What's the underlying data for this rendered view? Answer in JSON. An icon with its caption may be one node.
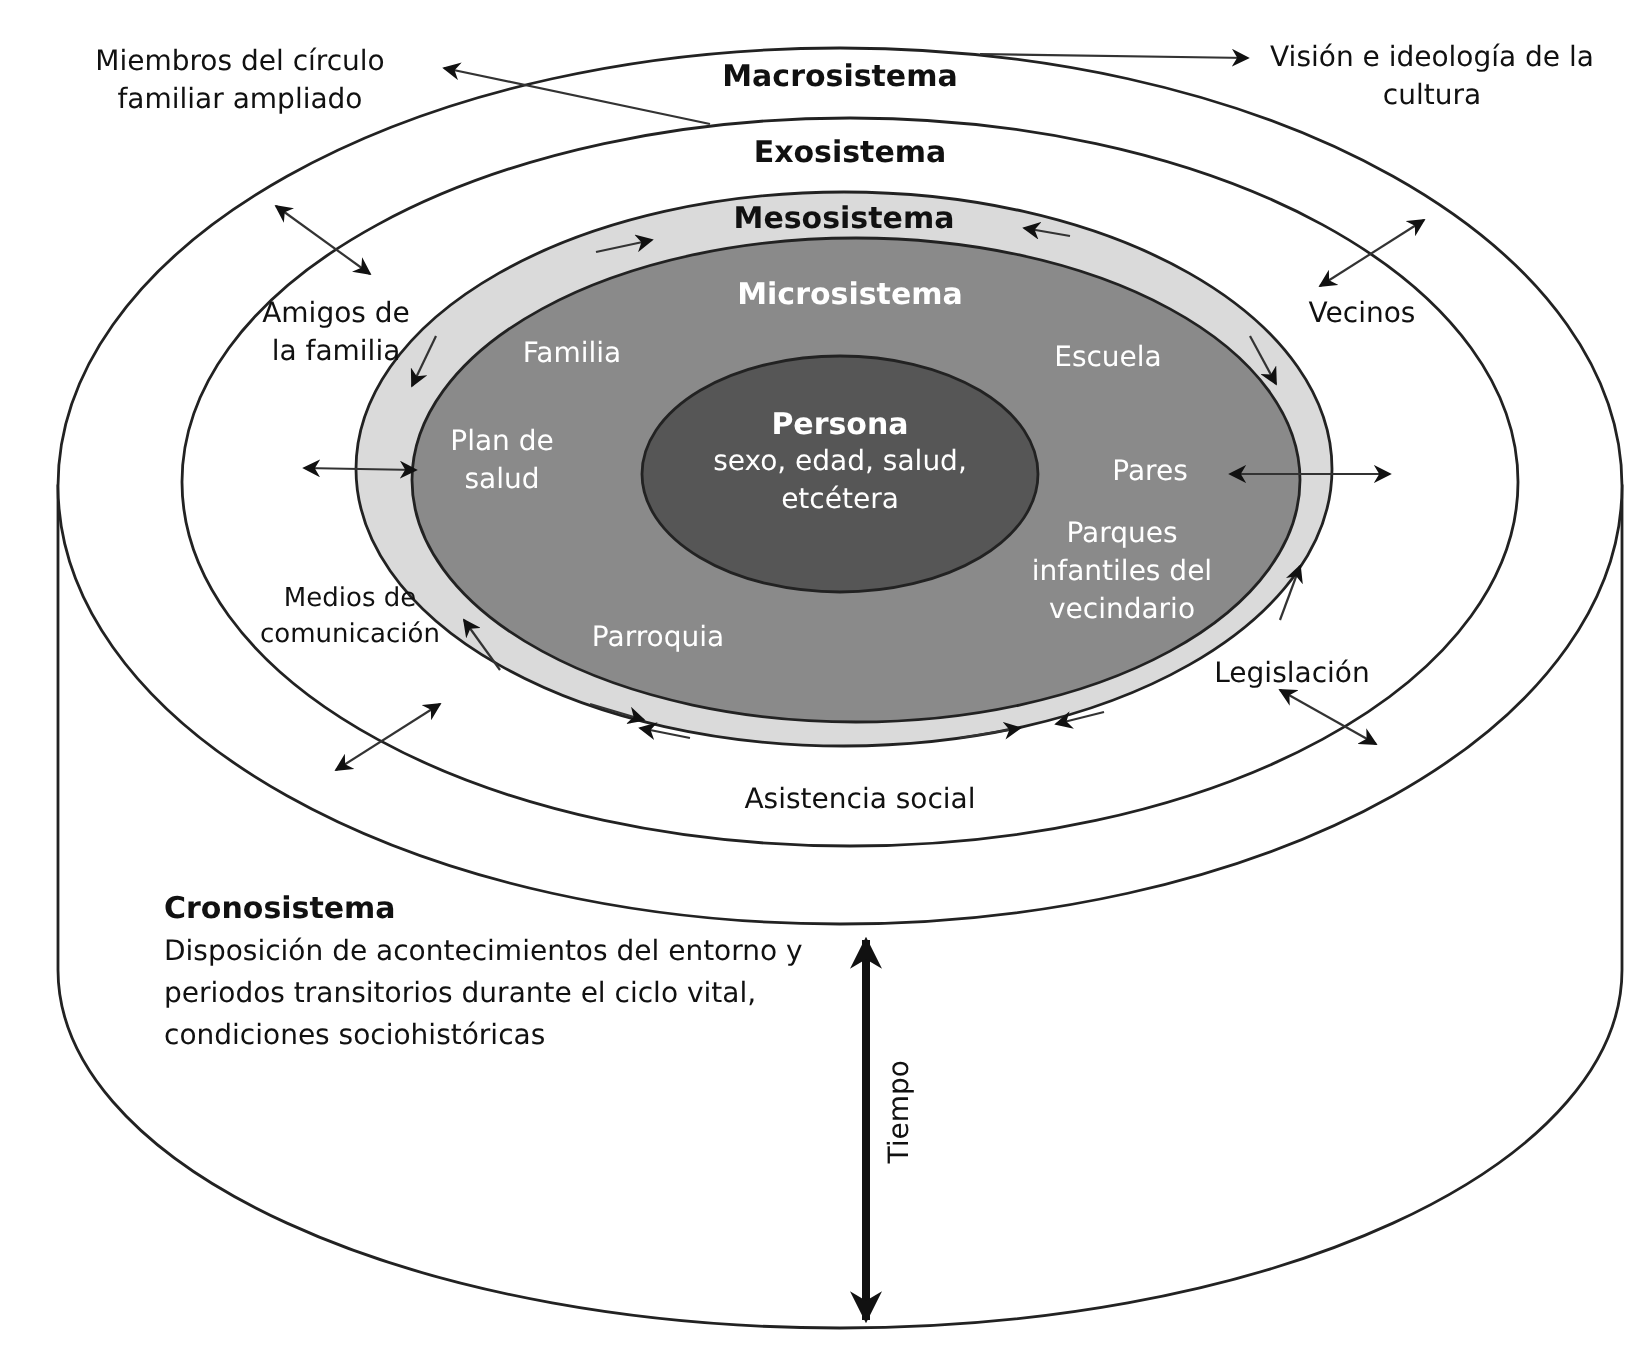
{
  "diagram": {
    "nodes": [
      {
        "text": [
          "Macrosistema"
        ]
      },
      {
        "text": [
          "Exosistema"
        ],
        "in": 0
      },
      {
        "text": [
          "Mesosistema"
        ],
        "in": 1
      },
      {
        "text": [
          "Microsistema"
        ],
        "in": 2
      },
      {
        "text": [
          "Persona",
          "sexo, edad, salud, etcétera"
        ],
        "in": 3
      },
      {
        "text": [
          "Miembros del círculo familiar ampliado"
        ]
      },
      {
        "text": [
          "Visión e ideología de la cultura"
        ]
      }
    ],
    "edges": [
      {
        "from": 1,
        "to": 5,
        "arrow": "to"
      },
      {
        "from": 0,
        "to": 6,
        "arrow": "to"
      },
      {
        "from": 0,
        "to": 1,
        "arrow": "both"
      },
      {
        "from": 0,
        "to": 1,
        "arrow": "both"
      },
      {
        "from": 1,
        "to": 3,
        "arrow": "both"
      },
      {
        "from": 3,
        "to": 1,
        "arrow": "both"
      },
      {
        "from": 0,
        "to": 1,
        "arrow": "both"
      },
      {
        "from": 1,
        "to": 0,
        "arrow": "both"
      },
      {
        "from": 2,
        "to": 3,
        "arrow": "to"
      },
      {
        "from": 2,
        "to": 3,
        "arrow": "to"
      },
      {
        "from": 2,
        "to": 3,
        "arrow": "to"
      },
      {
        "from": 2,
        "to": 3,
        "arrow": "to"
      },
      {
        "from": 2,
        "to": 3,
        "arrow": "to"
      },
      {
        "from": 2,
        "to": 3,
        "arrow": "to"
      },
      {
        "from": 2,
        "to": 3,
        "arrow": "to"
      },
      {
        "from": 2,
        "to": 3,
        "arrow": "to"
      },
      {
        "from": 2,
        "to": 3,
        "arrow": "to"
      },
      {
        "from": 2,
        "to": 3,
        "arrow": "to"
      }
    ],
    "labels": [
      "Amigos de la familia",
      "Familia",
      "Escuela",
      "Vecinos",
      "Plan de salud",
      "Pares",
      "Parques infantiles del vecindario",
      "Medios de comunicación",
      "Parroquia",
      "Legislación",
      "Asistencia social",
      "Cronosistema",
      "Disposición de acontecimientos del entorno y periodos transitorios durante el ciclo vital, condiciones sociohistóricas",
      "Tiempo"
    ]
  }
}
